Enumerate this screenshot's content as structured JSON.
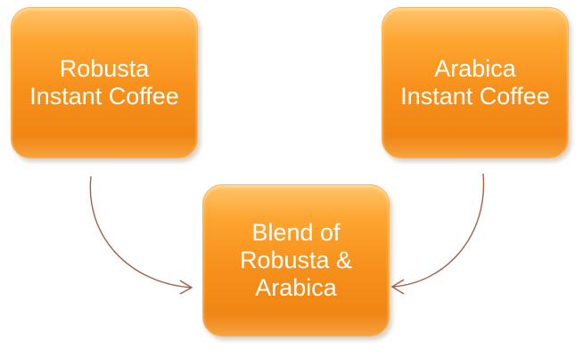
{
  "nodes": {
    "robusta": {
      "line1": "Robusta",
      "line2": "Instant Coffee"
    },
    "arabica": {
      "line1": "Arabica",
      "line2": "Instant Coffee"
    },
    "blend": {
      "line1": "Blend of",
      "line2": "Robusta &",
      "line3": "Arabica"
    }
  },
  "colors": {
    "node_fill": "#f7901b",
    "node_text": "#ffffff",
    "connector": "#a0604a"
  }
}
